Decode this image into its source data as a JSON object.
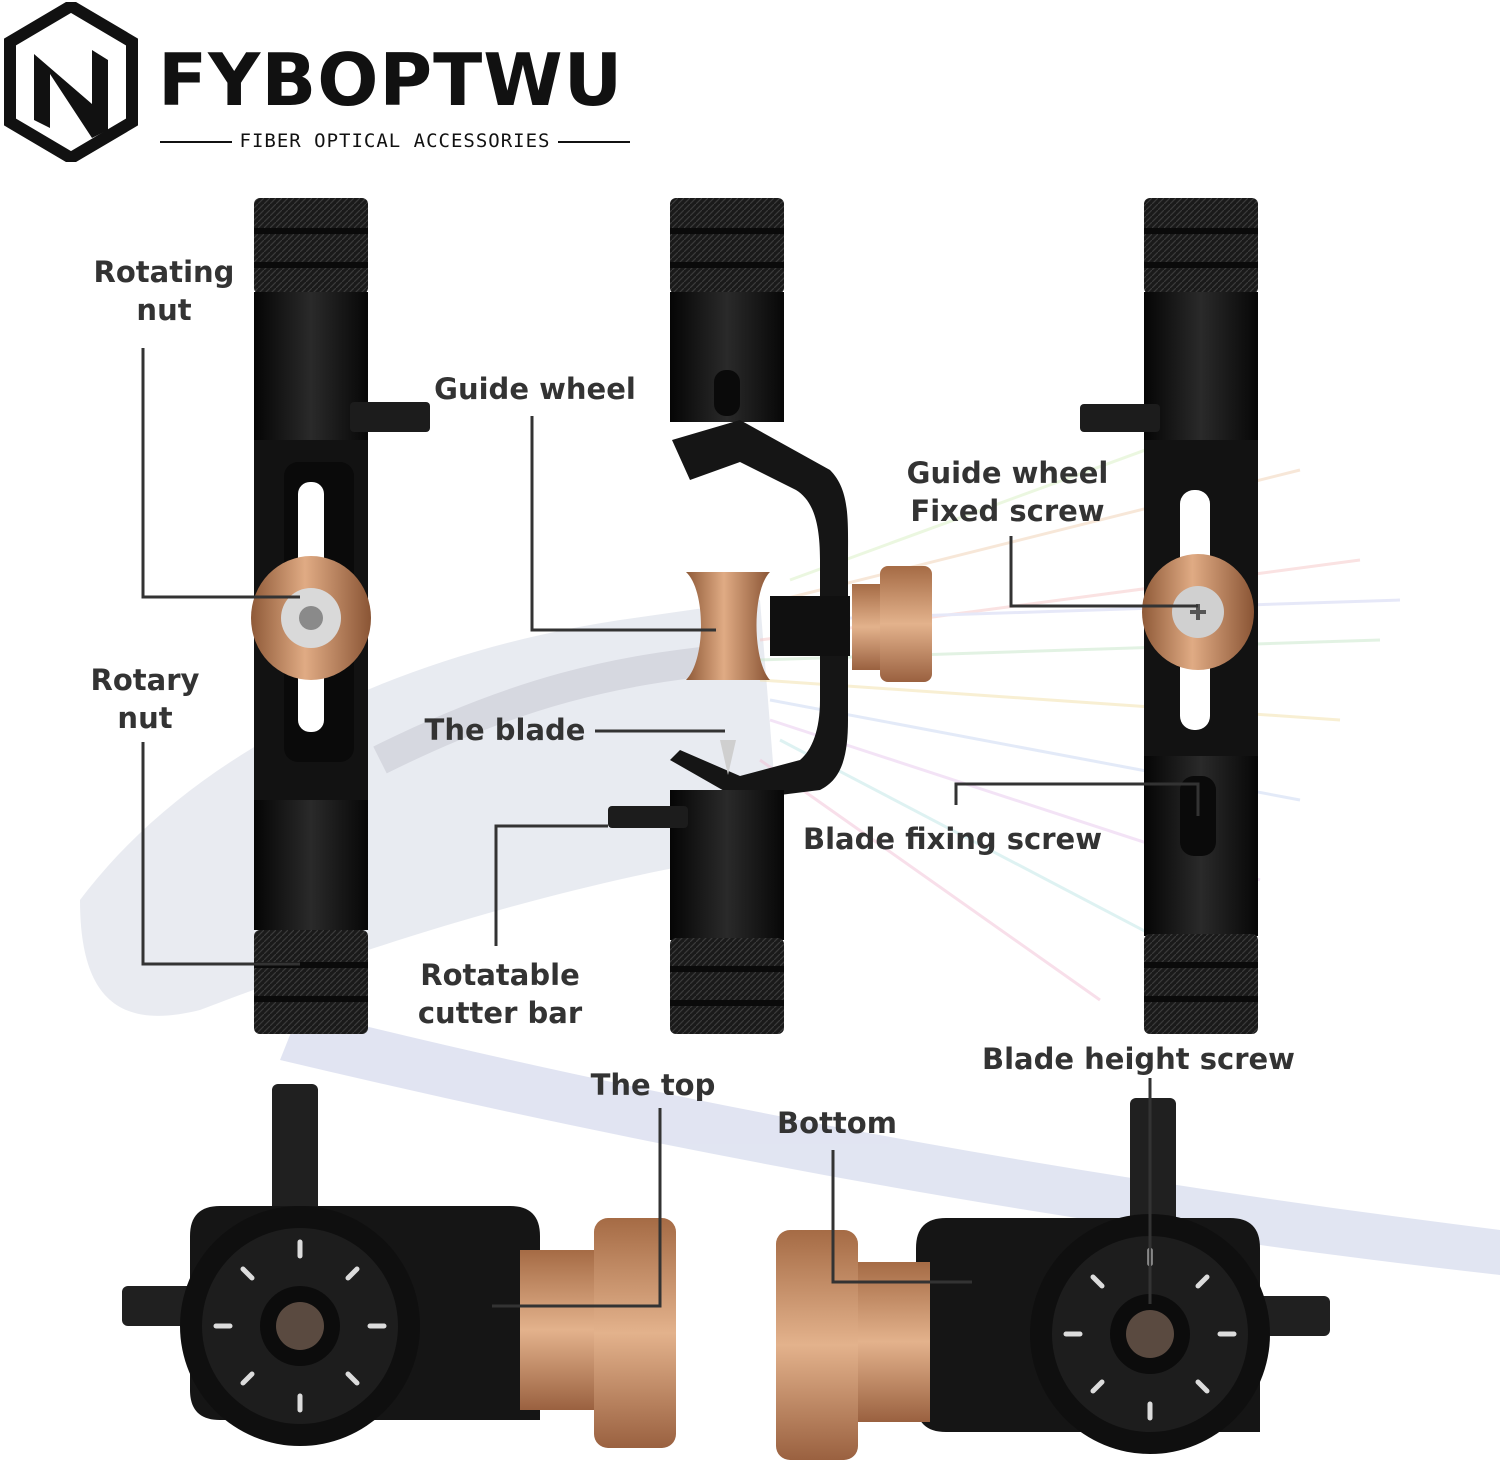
{
  "brand": {
    "name": "FYBOPTWU",
    "tagline": "FIBER OPTICAL ACCESSORIES"
  },
  "labels": {
    "rotating_nut": [
      "Rotating",
      "nut"
    ],
    "rotary_nut": [
      "Rotary",
      "nut"
    ],
    "guide_wheel": "Guide wheel",
    "guide_wheel_fixed_screw": [
      "Guide wheel",
      "Fixed screw"
    ],
    "the_blade": "The blade",
    "rotatable_cutter_bar": [
      "Rotatable",
      "cutter bar"
    ],
    "blade_fixing_screw": "Blade fixing screw",
    "blade_height_screw": "Blade height screw",
    "the_top": "The top",
    "bottom": "Bottom"
  },
  "colors": {
    "tool_body": "#141414",
    "copper": "#c98e62",
    "label_text": "#333333",
    "leader_line": "#333333"
  }
}
